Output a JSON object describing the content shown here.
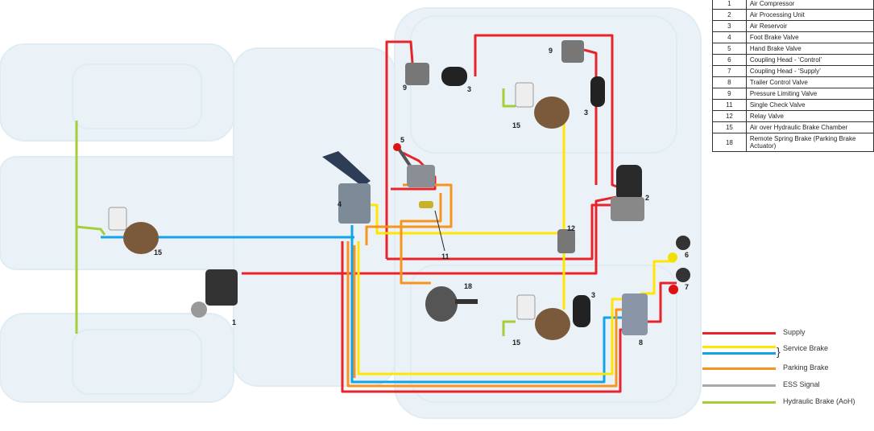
{
  "components": [
    {
      "num": "1",
      "name": "Air Compressor"
    },
    {
      "num": "2",
      "name": "Air Processing Unit"
    },
    {
      "num": "3",
      "name": "Air Reservoir"
    },
    {
      "num": "4",
      "name": "Foot Brake Valve"
    },
    {
      "num": "5",
      "name": "Hand Brake Valve"
    },
    {
      "num": "6",
      "name": "Coupling Head - ‘Control’"
    },
    {
      "num": "7",
      "name": "Coupling Head - ‘Supply’"
    },
    {
      "num": "8",
      "name": "Trailer Control Valve"
    },
    {
      "num": "9",
      "name": "Pressure Limiting Valve"
    },
    {
      "num": "11",
      "name": "Single Check Valve"
    },
    {
      "num": "12",
      "name": "Relay Valve"
    },
    {
      "num": "15",
      "name": "Air over Hydraulic Brake Chamber"
    },
    {
      "num": "18",
      "name": "Remote Spring Brake (Parking Brake Actuator)"
    }
  ],
  "callouts": {
    "c1": "1",
    "c2": "2",
    "c3": "3",
    "c4": "4",
    "c5": "5",
    "c6": "6",
    "c7": "7",
    "c8": "8",
    "c9": "9",
    "c11": "11",
    "c12": "12",
    "c15": "15",
    "c18": "18"
  },
  "legend": [
    {
      "label": "Supply",
      "color": "#e8232a"
    },
    {
      "label": "Service Brake",
      "color": "#ffe500"
    },
    {
      "label": "",
      "color": "#12a3e8"
    },
    {
      "label": "Parking Brake",
      "color": "#f7941d"
    },
    {
      "label": "ESS Signal",
      "color": "#a7a9ac"
    },
    {
      "label": "Hydraulic Brake (AoH)",
      "color": "#a6ce39"
    }
  ],
  "legend_brace": "}"
}
